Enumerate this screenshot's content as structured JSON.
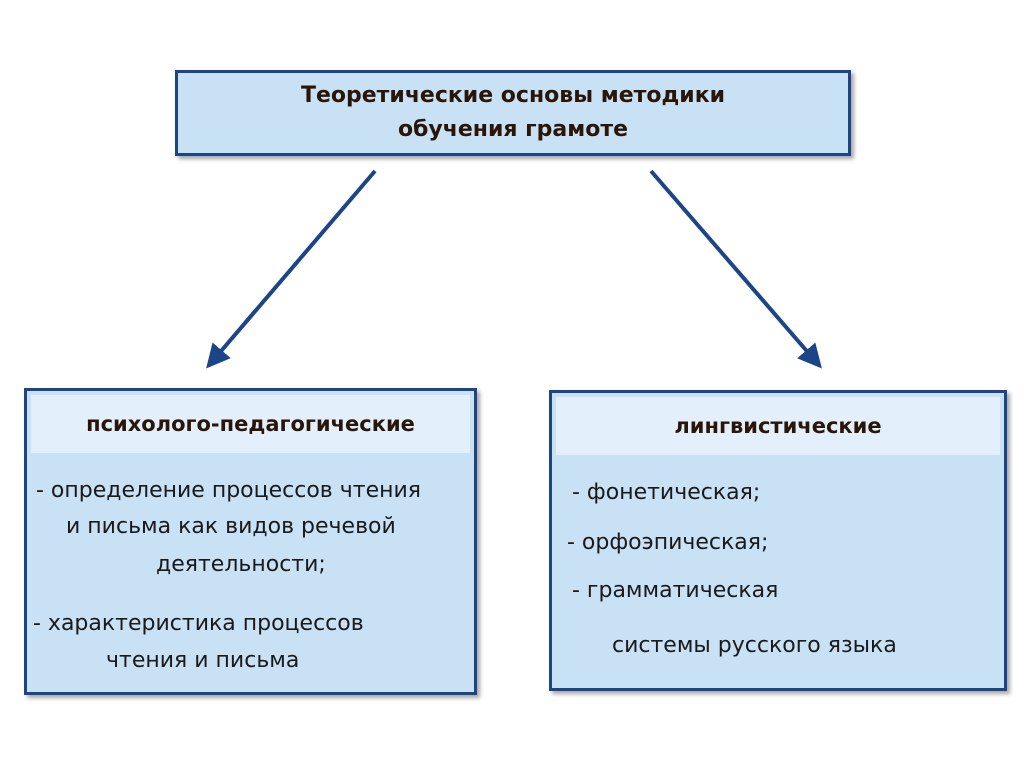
{
  "root": {
    "title_lines": [
      "Теоретические основы методики",
      "обучения грамоте"
    ]
  },
  "left": {
    "header": "психолого-педагогические",
    "item1_lines": [
      "- определение процессов чтения",
      "и письма как видов речевой",
      "деятельности;"
    ],
    "item2_lines": [
      "- характеристика процессов",
      "чтения и письма"
    ]
  },
  "right": {
    "header": "лингвистические",
    "items": [
      "- фонетическая;",
      "- орфоэпическая;",
      "- грамматическая"
    ],
    "footer": "системы русского языка"
  },
  "colors": {
    "box_fill": "#c9e1f5",
    "box_border": "#1c4587",
    "header_fill": "#e3f0fb",
    "arrow": "#1c4587"
  }
}
